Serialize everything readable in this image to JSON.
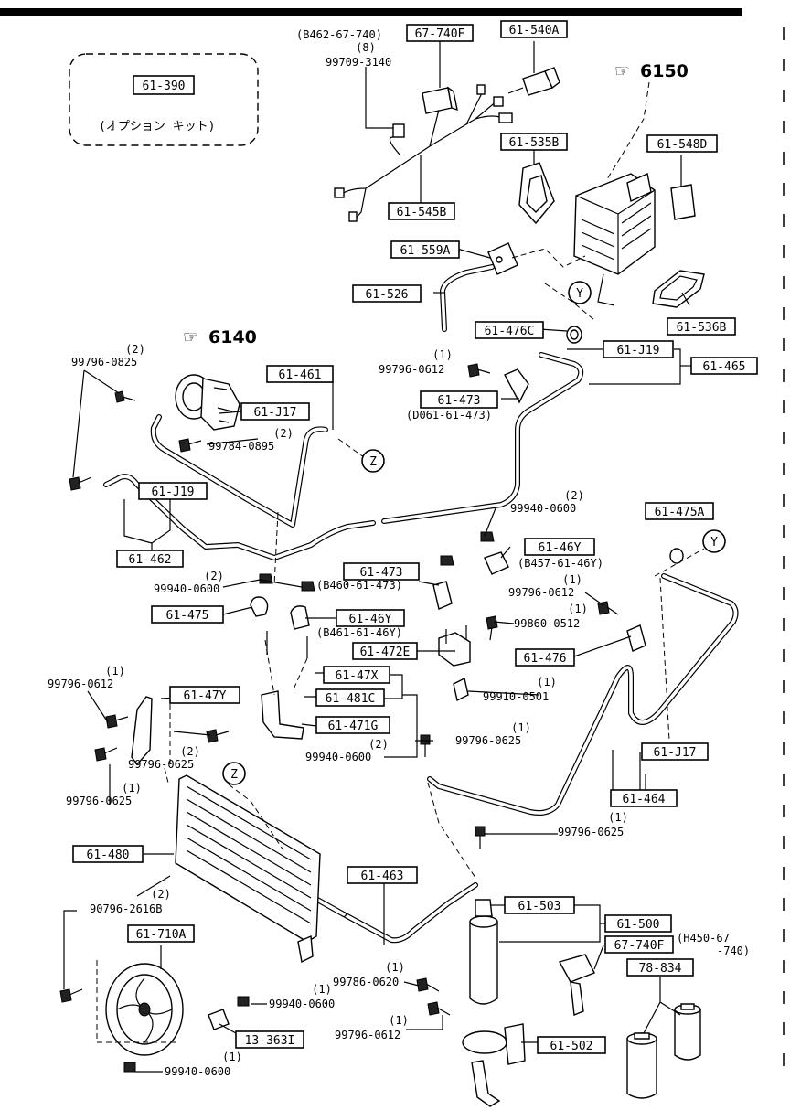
{
  "option_kit": {
    "code": "61-390",
    "note": "(オプション キット)"
  },
  "refs": {
    "r6150": "6150",
    "r6140": "6140",
    "arrow": "☞"
  },
  "markers": {
    "y": "Y",
    "z": "Z"
  },
  "labels": {
    "p67_740F_a": "67-740F",
    "p61_540A": "61-540A",
    "p61_535B": "61-535B",
    "p61_548D": "61-548D",
    "p61_545B": "61-545B",
    "p61_559A": "61-559A",
    "p61_526": "61-526",
    "p61_476C": "61-476C",
    "p61_536B": "61-536B",
    "p61_J19_a": "61-J19",
    "p61_465": "61-465",
    "p61_461": "61-461",
    "p61_J17_a": "61-J17",
    "p61_473_a": "61-473",
    "p61_J19_b": "61-J19",
    "p61_462": "61-462",
    "p61_475A": "61-475A",
    "p61_46Y_a": "61-46Y",
    "p61_473_b": "61-473",
    "p61_475": "61-475",
    "p61_46Y_b": "61-46Y",
    "p61_472E": "61-472E",
    "p61_476": "61-476",
    "p61_47Y": "61-47Y",
    "p61_47X": "61-47X",
    "p61_481C": "61-481C",
    "p61_471G": "61-471G",
    "p61_J17_b": "61-J17",
    "p61_464": "61-464",
    "p61_480": "61-480",
    "p61_463": "61-463",
    "p61_503": "61-503",
    "p61_500": "61-500",
    "p67_740F_b": "67-740F",
    "p78_834": "78-834",
    "p61_710A": "61-710A",
    "p13_363I": "13-363I",
    "p61_502": "61-502"
  },
  "texts": {
    "t_b462": "(B462-67-740)",
    "t_q8": "(8)",
    "t_99709": "99709-3140",
    "t_q2_a": "(2)",
    "t_99796_0825": "99796-0825",
    "t_q1_a": "(1)",
    "t_99796_0612_a": "99796-0612",
    "t_d061": "(D061-61-473)",
    "t_q2_b": "(2)",
    "t_99784": "99784-0895",
    "t_q2_c": "(2)",
    "t_99940_0600_a": "99940-0600",
    "t_b457": "(B457-61-46Y)",
    "t_q2_d": "(2)",
    "t_99940_0600_b": "99940-0600",
    "t_b460": "(B460-61-473)",
    "t_q1_b": "(1)",
    "t_99796_0612_b": "99796-0612",
    "t_q1_c": "(1)",
    "t_99860": "99860-0512",
    "t_b461": "(B461-61-46Y)",
    "t_q1_d": "(1)",
    "t_99796_0612_c": "99796-0612",
    "t_q1_e": "(1)",
    "t_99910": "99910-0501",
    "t_q1_f": "(1)",
    "t_99796_0625_a": "99796-0625",
    "t_q2_e": "(2)",
    "t_99796_0625_b": "99796-0625",
    "t_q2_f": "(2)",
    "t_99940_0600_c": "99940-0600",
    "t_q1_g": "(1)",
    "t_99796_0625_c": "99796-0625",
    "t_q1_h": "(1)",
    "t_99796_0625_d": "99796-0625",
    "t_q2_g": "(2)",
    "t_90796": "90796-2616B",
    "t_h450a": "(H450-67",
    "t_h450b": "-740)",
    "t_q1_i": "(1)",
    "t_99786": "99786-0620",
    "t_q1_j": "(1)",
    "t_99940_0600_d": "99940-0600",
    "t_q1_k": "(1)",
    "t_99796_0612_d": "99796-0612",
    "t_q1_l": "(1)",
    "t_99940_0600_e": "99940-0600"
  }
}
